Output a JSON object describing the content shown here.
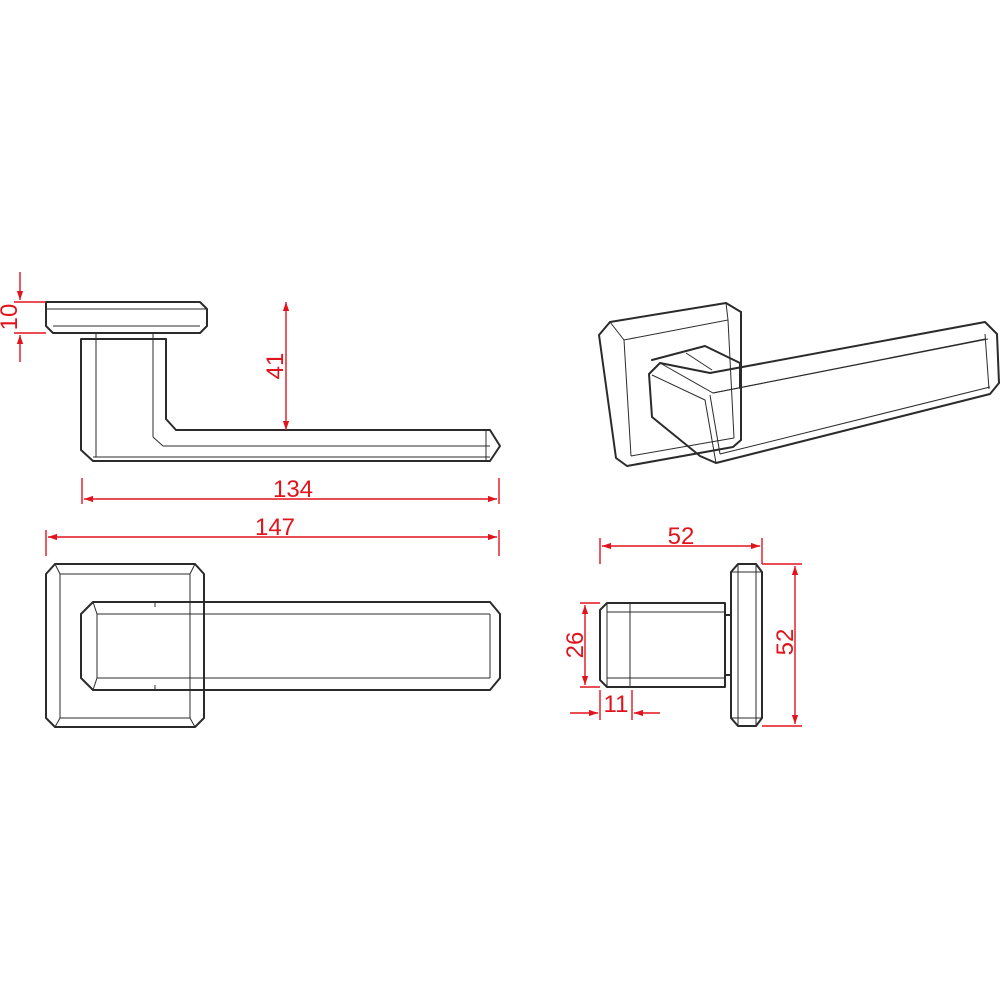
{
  "colors": {
    "outline": "#2b2b2b",
    "dimension": "#e0141c",
    "background": "#ffffff"
  },
  "dimensions": {
    "rose_thickness": "10",
    "lever_height": "41",
    "lever_length": "134",
    "total_length": "147",
    "rose_depth": "52",
    "neck_width": "26",
    "grip_depth": "11",
    "rose_size": "52"
  }
}
